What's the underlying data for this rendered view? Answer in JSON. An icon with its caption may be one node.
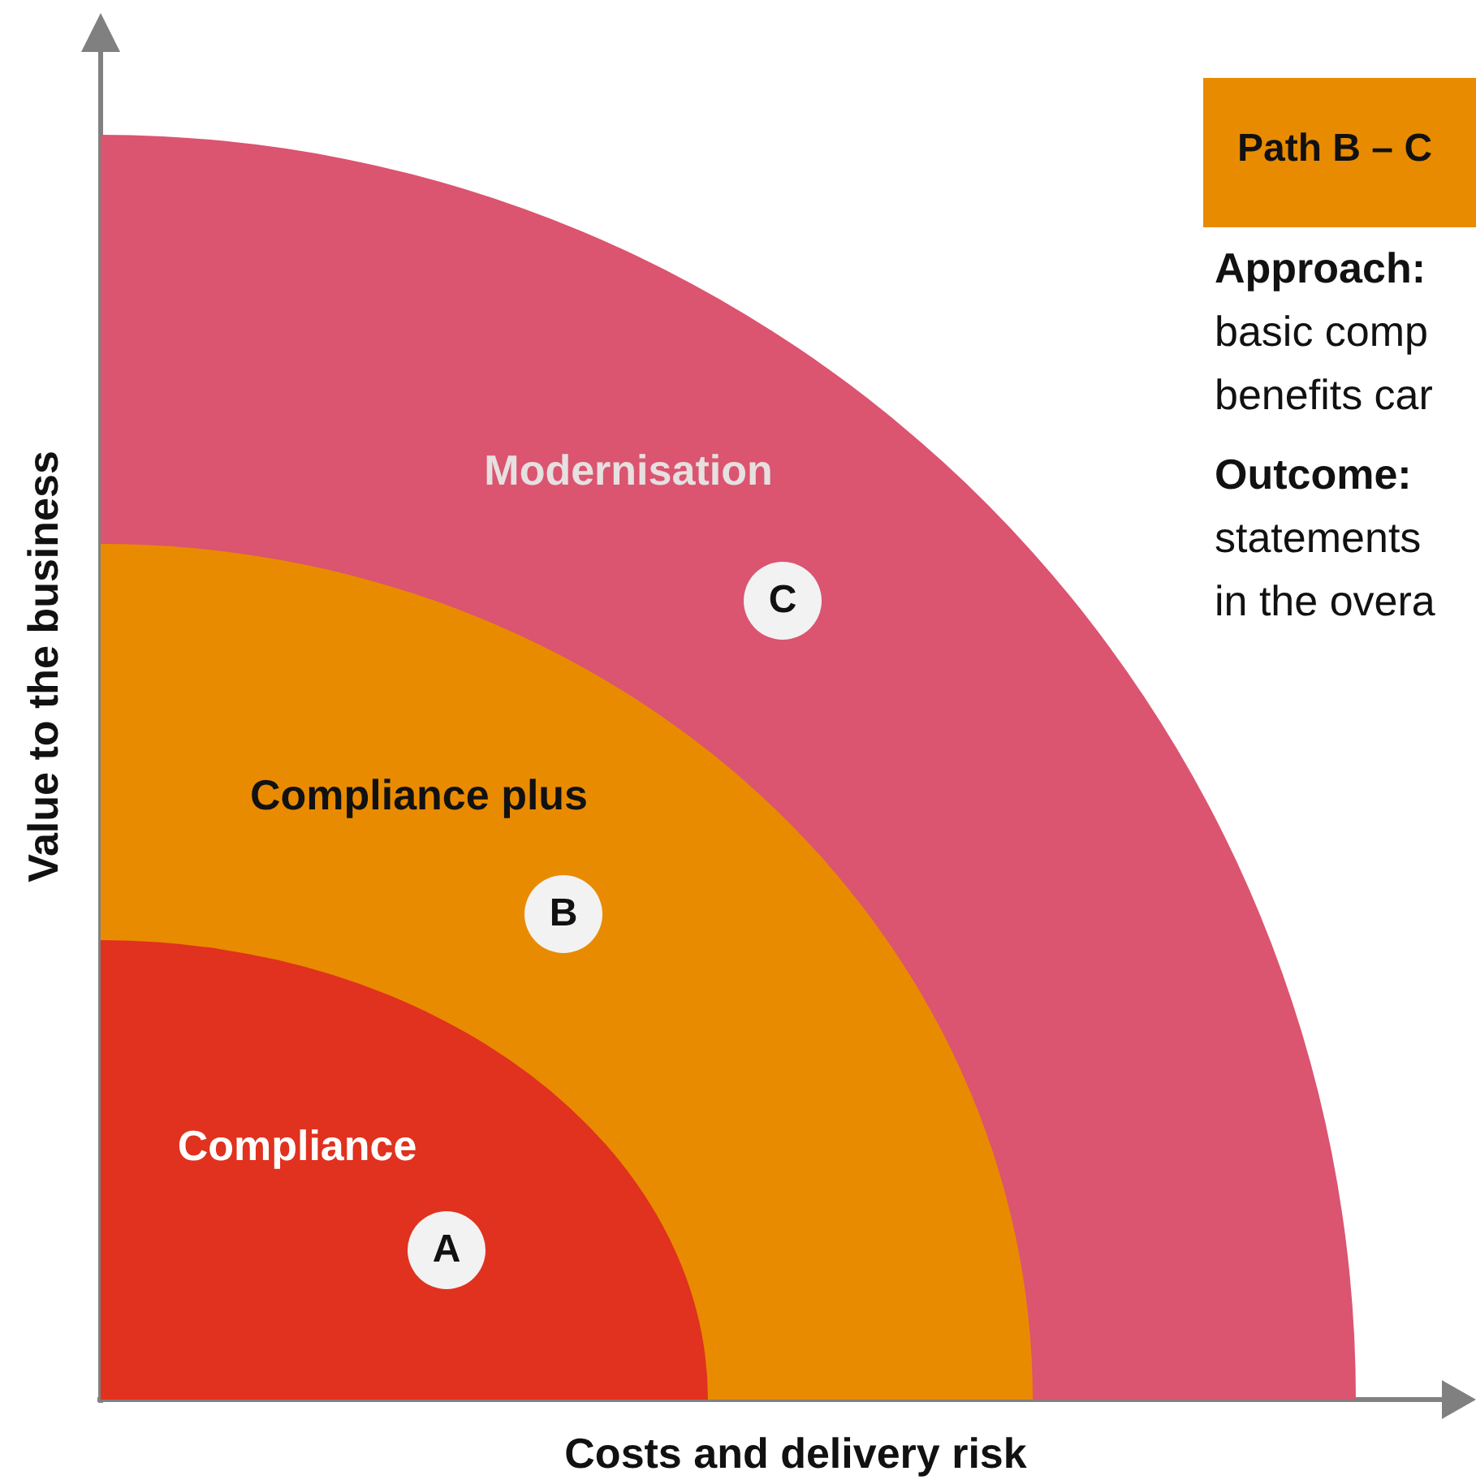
{
  "diagram": {
    "nodes": [
      {
        "text": [
          "Modernisation"
        ]
      },
      {
        "text": [
          "Compliance plus"
        ],
        "in": 0
      },
      {
        "text": [
          "Compliance"
        ],
        "in": 1
      },
      {
        "text": [
          "C"
        ],
        "in": 0
      },
      {
        "text": [
          "B"
        ],
        "in": 1
      },
      {
        "text": [
          "A"
        ],
        "in": 2
      },
      {
        "text": [
          "Path B – C"
        ]
      }
    ],
    "edges": [],
    "labels": [
      "Value to the business",
      "Costs and delivery risk",
      "**Approach:** basic comp benefits car",
      "**Outcome:** statements in the overa"
    ]
  }
}
